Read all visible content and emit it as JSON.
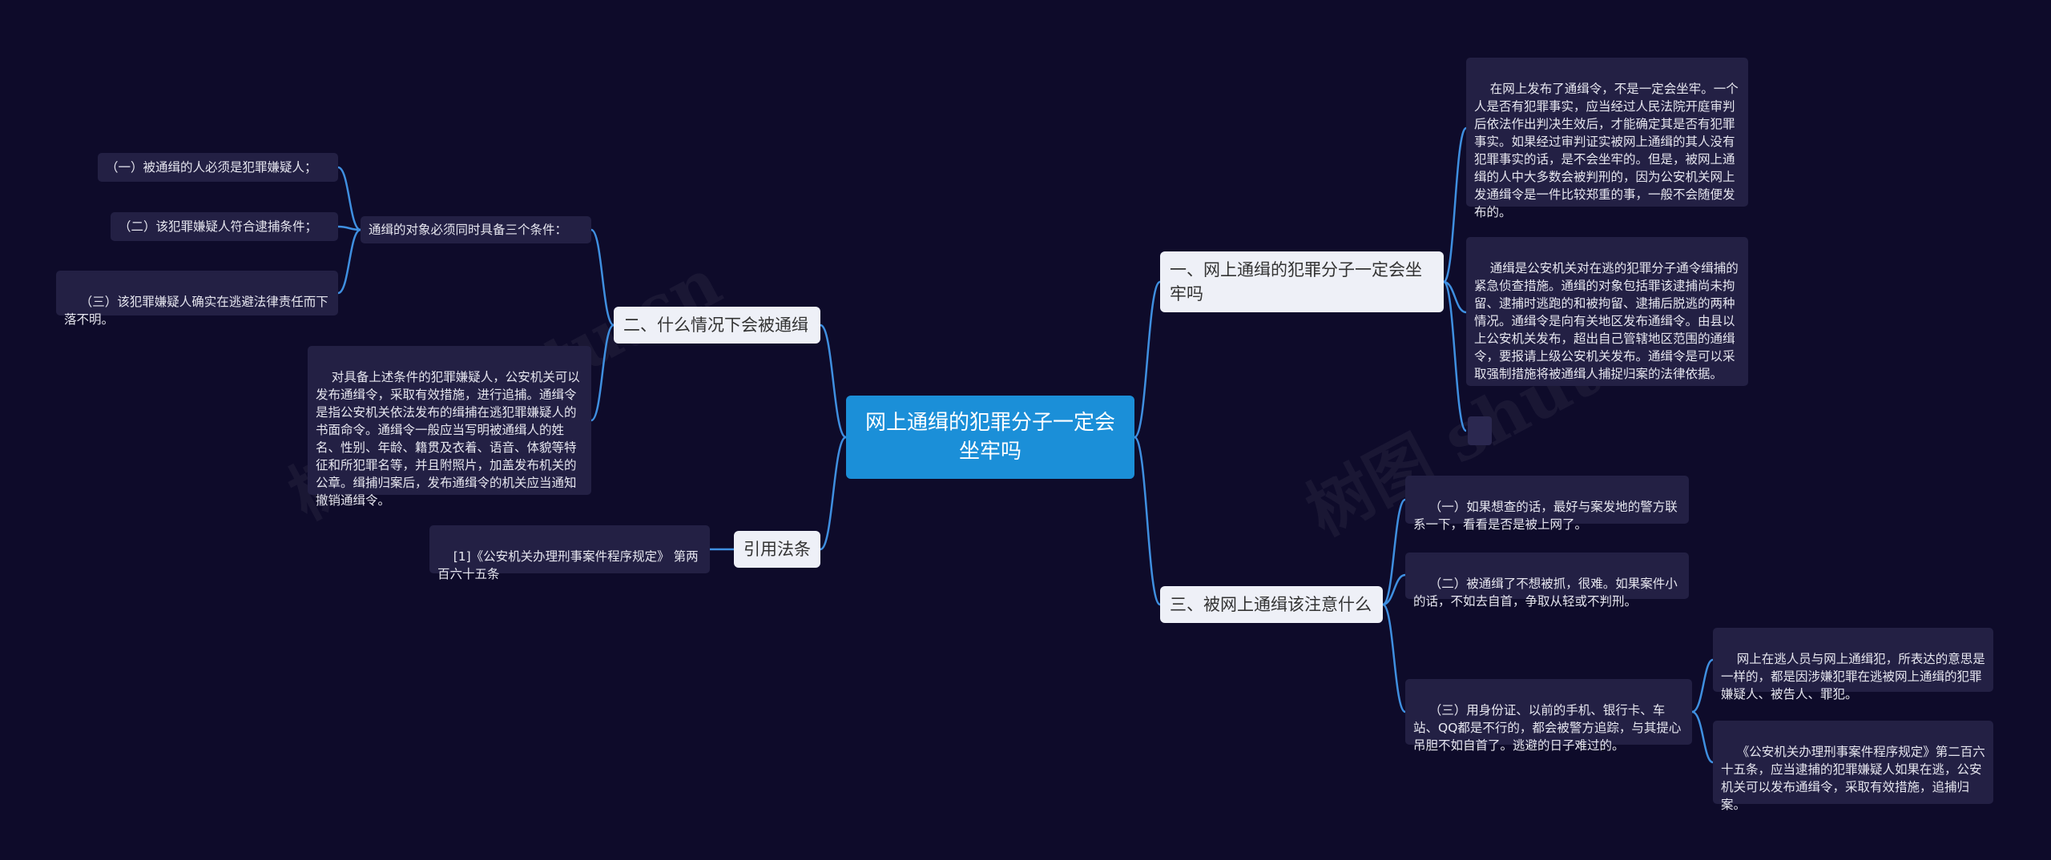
{
  "root": {
    "label": "网上通缉的犯罪分子一定会坐牢吗"
  },
  "branch_right_1": {
    "label": "一、网上通缉的犯罪分子一定会坐牢吗",
    "children": [
      "在网上发布了通缉令，不是一定会坐牢。一个人是否有犯罪事实，应当经过人民法院开庭审判后依法作出判决生效后，才能确定其是否有犯罪事实。如果经过审判证实被网上通缉的其人没有犯罪事实的话，是不会坐牢的。但是，被网上通缉的人中大多数会被判刑的，因为公安机关网上发通缉令是一件比较郑重的事，一般不会随便发布的。",
      "通缉是公安机关对在逃的犯罪分子通令缉捕的紧急侦查措施。通缉的对象包括罪该逮捕尚未拘留、逮捕时逃跑的和被拘留、逮捕后脱逃的两种情况。通缉令是向有关地区发布通缉令。由县以上公安机关发布，超出自己管辖地区范围的通缉令，要报请上级公安机关发布。通缉令是可以采取强制措施将被通缉人捕捉归案的法律依据。"
    ]
  },
  "branch_right_2": {
    "label": "三、被网上通缉该注意什么",
    "children": [
      "（一）如果想查的话，最好与案发地的警方联系一下，看看是否是被上网了。",
      "（二）被通缉了不想被抓，很难。如果案件小的话，不如去自首，争取从轻或不判刑。",
      "（三）用身份证、以前的手机、银行卡、车站、QQ都是不行的，都会被警方追踪，与其提心吊胆不如自首了。逃避的日子难过的。"
    ],
    "sub_children": [
      "网上在逃人员与网上通缉犯，所表达的意思是一样的，都是因涉嫌犯罪在逃被网上通缉的犯罪嫌疑人、被告人、罪犯。",
      "《公安机关办理刑事案件程序规定》第二百六十五条，应当逮捕的犯罪嫌疑人如果在逃，公安机关可以发布通缉令，采取有效措施，追捕归案。"
    ]
  },
  "branch_left_1": {
    "label": "二、什么情况下会被通缉",
    "conditions_label": "通缉的对象必须同时具备三个条件：",
    "conditions": [
      "（一）被通缉的人必须是犯罪嫌疑人；",
      "（二）该犯罪嫌疑人符合逮捕条件；",
      "（三）该犯罪嫌疑人确实在逃避法律责任而下落不明。"
    ],
    "detail": "对具备上述条件的犯罪嫌疑人，公安机关可以发布通缉令，采取有效措施，进行追捕。通缉令是指公安机关依法发布的缉捕在逃犯罪嫌疑人的书面命令。通缉令一般应当写明被通缉人的姓名、性别、年龄、籍贯及衣着、语音、体貌等特征和所犯罪名等，并且附照片，加盖发布机关的公章。缉捕归案后，发布通缉令的机关应当通知撤销通缉令。"
  },
  "branch_left_2": {
    "label": "引用法条",
    "children": [
      "[1]《公安机关办理刑事案件程序规定》 第两百六十五条"
    ]
  },
  "colors": {
    "background": "#0e0b2a",
    "link": "#3f8fe0",
    "root": "#1b8fd8",
    "branch": "#eef0f7",
    "leaf": "#232044"
  },
  "watermarks": [
    "树图 shutu.cn",
    "树图 shutu.cn"
  ]
}
